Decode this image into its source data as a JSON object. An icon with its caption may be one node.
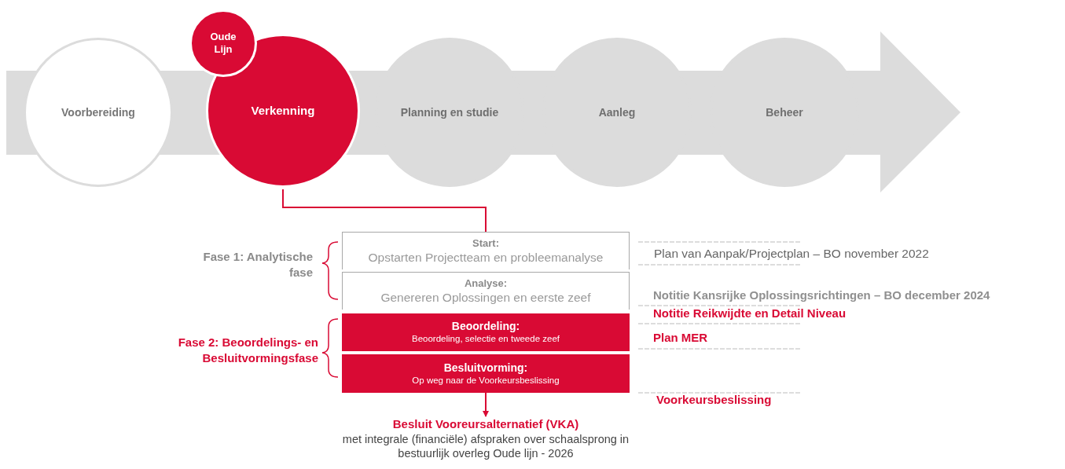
{
  "diagram": {
    "nodes": [
      {
        "text": [
          "Voorbereiding"
        ]
      },
      {
        "text": [
          "Verkenning"
        ]
      },
      {
        "text": [
          "Oude Lijn"
        ]
      },
      {
        "text": [
          "Planning en studie"
        ]
      },
      {
        "text": [
          "Aanleg"
        ]
      },
      {
        "text": [
          "Beheer"
        ]
      },
      {
        "text": [
          "Start:",
          "Opstarten Projectteam en probleemanalyse"
        ]
      },
      {
        "text": [
          "Analyse:",
          "Genereren Oplossingen en eerste zeef"
        ]
      },
      {
        "text": [
          "Beoordeling:",
          "Beoordeling, selectie en tweede zeef"
        ]
      },
      {
        "text": [
          "Besluitvorming:",
          "Op weg naar de Voorkeursbeslissing"
        ]
      },
      {
        "text": [
          "Besluit Vooreursalternatief (VKA)",
          "met integrale (financiële) afspraken over schaalsprong in bestuurlijk overleg Oude lijn - 2026"
        ]
      }
    ],
    "edges": [
      {
        "from": 1,
        "to": 6,
        "arrow": "none"
      },
      {
        "from": 9,
        "to": 10,
        "arrow": "to"
      }
    ],
    "labels": [
      "Fase 1: Analytische fase",
      "Fase 2: Beoordelings- en Besluitvormingsfase",
      "Plan van Aanpak/Projectplan – BO november 2022",
      "Notitie Kansrijke Oplossingsrichtingen – BO december 2024",
      "Notitie Reikwijdte en Detail Niveau",
      "Plan MER",
      "Voorkeursbeslissing"
    ]
  }
}
